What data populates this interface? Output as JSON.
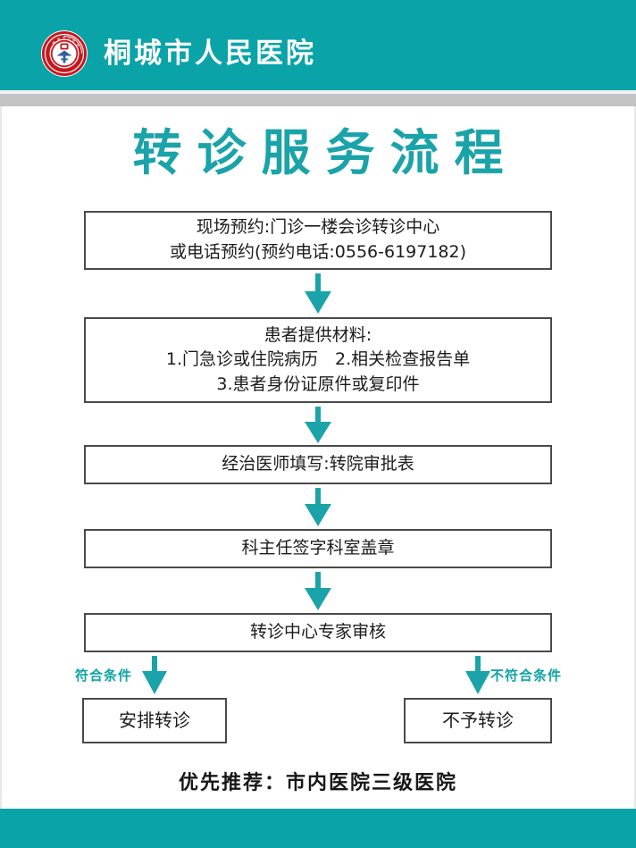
{
  "header": {
    "hospital_name": "桐城市人民医院",
    "logo_name": "hospital-seal-logo",
    "band_color": "#0aa3a8"
  },
  "title": "转诊服务流程",
  "title_color": "#1aa3a8",
  "flow": {
    "steps": [
      {
        "id": "appointment",
        "lines": [
          "现场预约:门诊一楼会诊转诊中心",
          "或电话预约(预约电话:0556-6197182)"
        ]
      },
      {
        "id": "materials",
        "lines": [
          "患者提供材料:",
          "1.门急诊或住院病历　2.相关检查报告单",
          "3.患者身份证原件或复印件"
        ]
      },
      {
        "id": "doctor-form",
        "lines": [
          "经治医师填写:转院审批表"
        ]
      },
      {
        "id": "director",
        "lines": [
          "科主任签字科室盖章"
        ]
      },
      {
        "id": "expert",
        "lines": [
          "转诊中心专家审核"
        ]
      }
    ],
    "branches": {
      "left": {
        "label": "符合条件",
        "outcome": "安排转诊"
      },
      "right": {
        "label": "不符合条件",
        "outcome": "不予转诊"
      }
    },
    "arrow_color": "#1aa3a8",
    "box_border_color": "#4a4a4a"
  },
  "recommendation": "优先推荐：市内医院三级医院",
  "footer": {
    "band_color": "#0aa3a8"
  }
}
